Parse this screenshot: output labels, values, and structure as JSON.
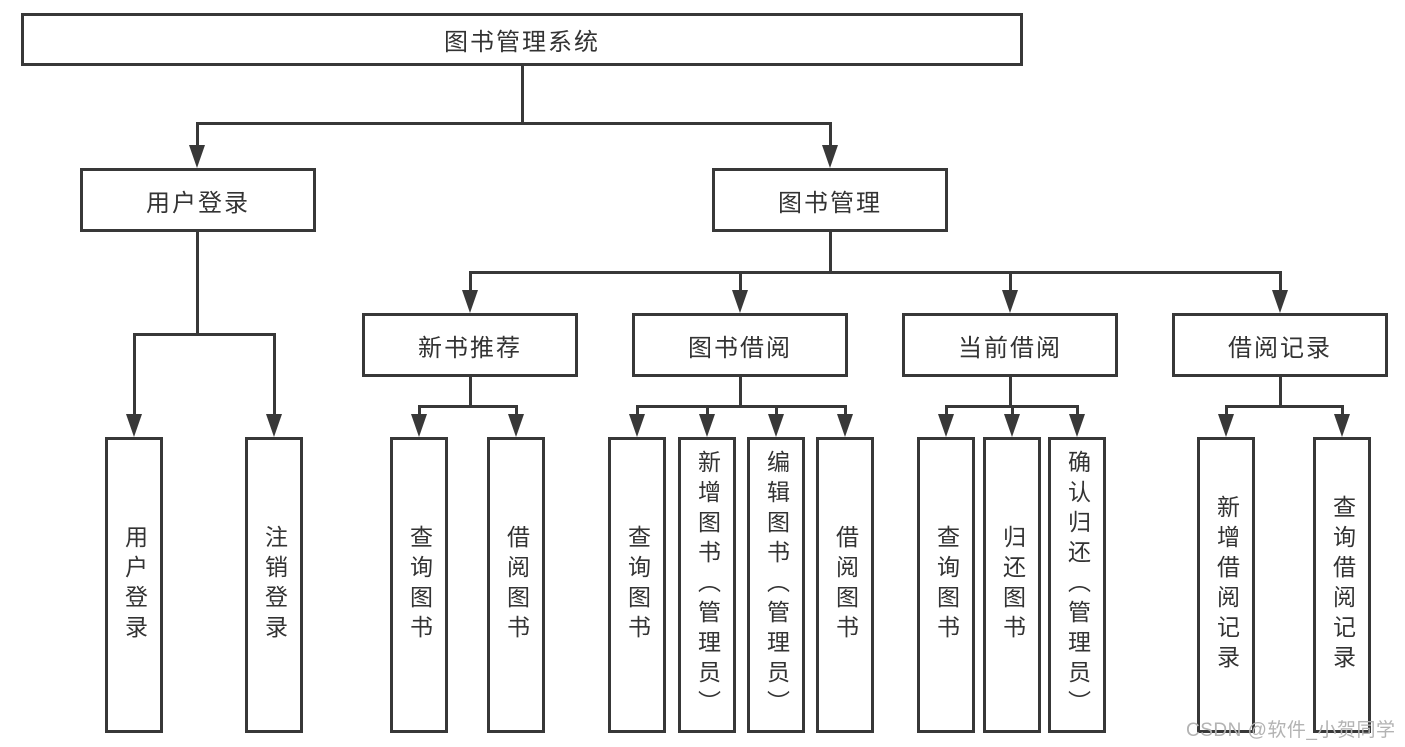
{
  "diagram": {
    "root": "图书管理系统",
    "level1": {
      "left": "用户登录",
      "right": "图书管理"
    },
    "left_children": [
      "用户登录",
      "注销登录"
    ],
    "groups": [
      {
        "label": "新书推荐",
        "children": [
          "查询图书",
          "借阅图书"
        ]
      },
      {
        "label": "图书借阅",
        "children": [
          "查询图书",
          "新增图书（管理员）",
          "编辑图书（管理员）",
          "借阅图书"
        ]
      },
      {
        "label": "当前借阅",
        "children": [
          "查询图书",
          "归还图书",
          "确认归还（管理员）"
        ]
      },
      {
        "label": "借阅记录",
        "children": [
          "新增借阅记录",
          "查询借阅记录"
        ]
      }
    ]
  },
  "watermark": {
    "text": "CSDN @软件_小贺同学"
  },
  "colors": {
    "line": "#383838",
    "text": "#333333",
    "watermark": "#b3b3b3",
    "background": "#ffffff"
  }
}
